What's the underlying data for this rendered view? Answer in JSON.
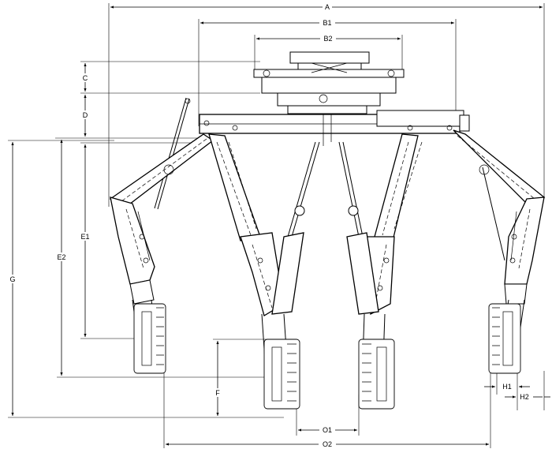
{
  "dimensions": {
    "A": "A",
    "B1": "B1",
    "B2": "B2",
    "C": "C",
    "D": "D",
    "E1": "E1",
    "E2": "E2",
    "G": "G",
    "F": "F",
    "O1": "O1",
    "O2": "O2",
    "H1": "H1",
    "H2": "H2"
  },
  "colors": {
    "line": "#000000",
    "background": "#ffffff"
  }
}
